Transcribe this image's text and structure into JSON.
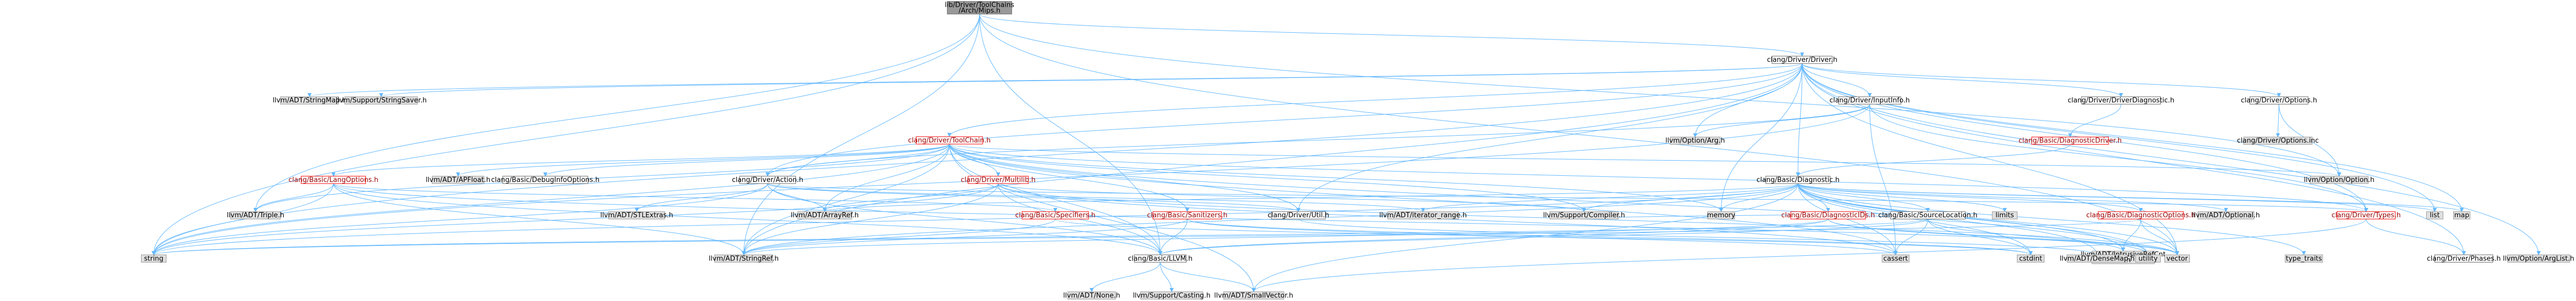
{
  "nodes": {
    "root": "lib/Driver/ToolChains\n/Arch/Mips.h",
    "driver": "clang/Driver/Driver.h",
    "stringmap": "llvm/ADT/StringMap.h",
    "stringsaver": "llvm/Support/StringSaver.h",
    "toolchain": "clang/Driver/ToolChain.h",
    "driverdiag": "clang/Driver/DriverDiagnostic.h",
    "diagdriver": "clang/Basic/DiagnosticDriver.h",
    "options": "clang/Driver/Options.h",
    "optionsinc": "clang/Driver/Options.inc",
    "inputinfo": "clang/Driver/InputInfo.h",
    "arg": "llvm/Option/Arg.h",
    "langoptions": "clang/Basic/LangOptions.h",
    "apfloat": "llvm/ADT/APFloat.h",
    "debuginfooptions": "clang/Basic/DebugInfoOptions.h",
    "action": "clang/Driver/Action.h",
    "multilib": "clang/Driver/Multilib.h",
    "option": "llvm/Option/Option.h",
    "diagnostic": "clang/Basic/Diagnostic.h",
    "triple": "llvm/ADT/Triple.h",
    "stlextras": "llvm/ADT/STLExtras.h",
    "arrayref": "llvm/ADT/ArrayRef.h",
    "specifiers": "clang/Basic/Specifiers.h",
    "sanitizers": "clang/Basic/Sanitizers.h",
    "util": "clang/Driver/Util.h",
    "iterrange": "llvm/ADT/iterator_range.h",
    "compiler": "llvm/Support/Compiler.h",
    "memory": "memory",
    "diagids": "clang/Basic/DiagnosticIDs.h",
    "sourcelocation": "clang/Basic/SourceLocation.h",
    "limits": "limits",
    "diagoptions": "clang/Basic/DiagnosticOptions.h",
    "optional": "llvm/ADT/Optional.h",
    "types": "clang/Driver/Types.h",
    "list": "list",
    "map": "map",
    "intrusive": "llvm/ADT/IntrusiveRefCnt\nPtr.h",
    "vector": "vector",
    "typetraits": "type_traits",
    "phases": "clang/Driver/Phases.h",
    "arglist": "llvm/Option/ArgList.h",
    "string": "string",
    "stringref": "llvm/ADT/StringRef.h",
    "llvmh": "clang/Basic/LLVM.h",
    "cassert": "cassert",
    "cstdint": "cstdint",
    "densemap": "llvm/ADT/DenseMap.h",
    "utility": "utility",
    "none": "llvm/ADT/None.h",
    "casting": "llvm/Support/Casting.h",
    "smallvector": "llvm/ADT/SmallVector.h"
  },
  "colors": {
    "edge": "#63b8ff",
    "root_fill": "#999999",
    "external_fill": "#e0e0e0",
    "highlight_border": "#ff0000",
    "highlight_text": "#990000"
  }
}
